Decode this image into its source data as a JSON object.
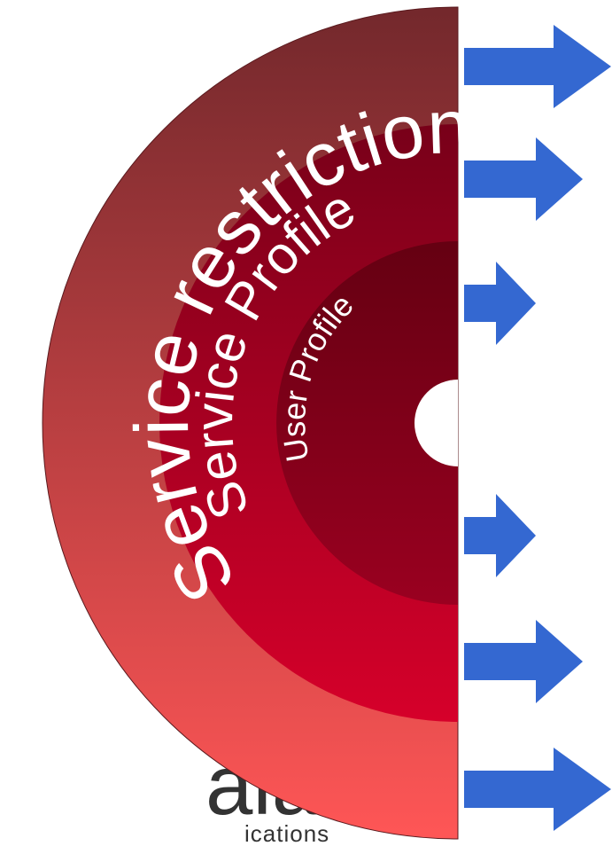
{
  "layers": {
    "outer": {
      "label": "Service restrictions",
      "color_top": "#73282C",
      "color_bottom": "#FF5656"
    },
    "middle": {
      "label": "Service Profile",
      "color_top": "#780019",
      "color_bottom": "#D6002A"
    },
    "inner": {
      "label": "User Profile",
      "color_top": "#650012",
      "color_bottom": "#9A0020"
    }
  },
  "arrow_color": "#3468D1",
  "logo": {
    "wordmark": "ala",
    "tagline": "ications"
  }
}
